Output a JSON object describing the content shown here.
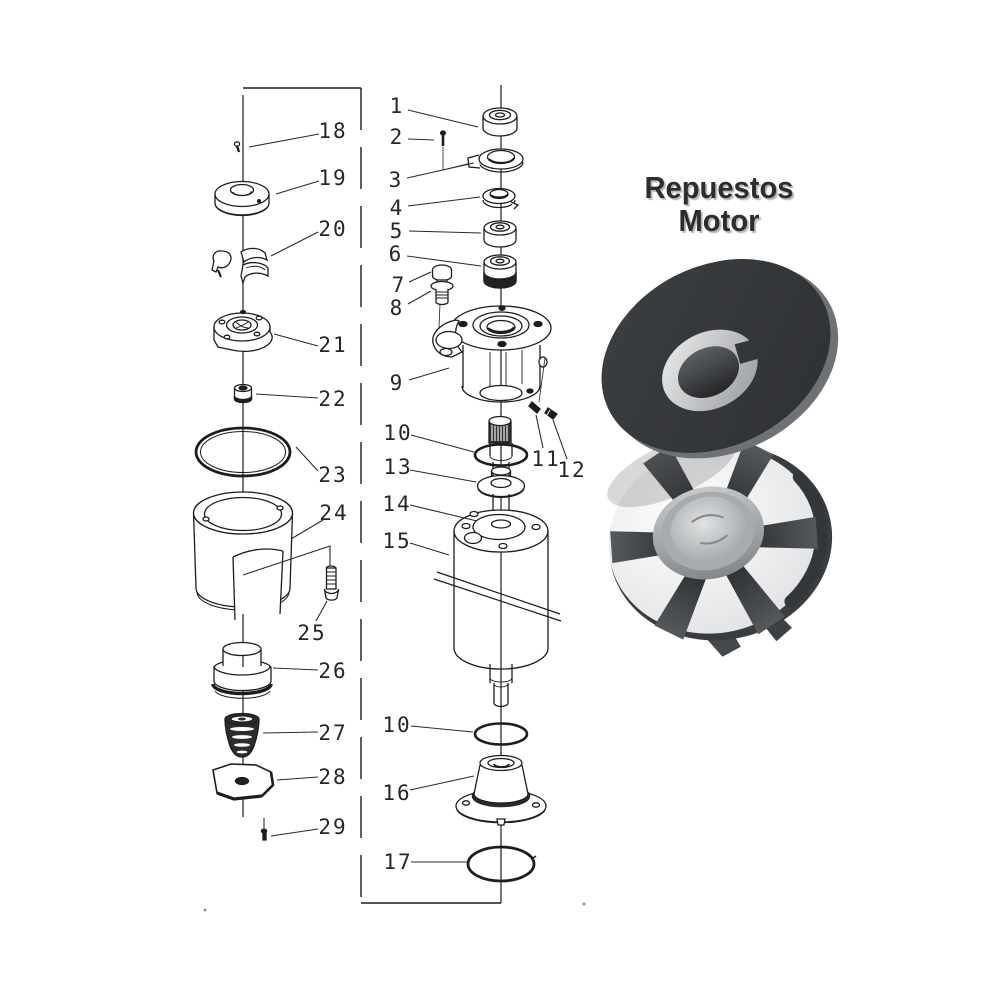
{
  "title": {
    "line1": "Repuestos",
    "line2": "Motor"
  },
  "colors": {
    "ink": "#1d1d1d",
    "title_text": "#2d2d2d",
    "title_shadow": "#b8b8b8",
    "background": "#ffffff"
  },
  "diagram": {
    "kind": "exploded-parts-diagram",
    "callouts": [
      {
        "label": "1"
      },
      {
        "label": "2"
      },
      {
        "label": "3"
      },
      {
        "label": "4"
      },
      {
        "label": "5"
      },
      {
        "label": "6"
      },
      {
        "label": "7"
      },
      {
        "label": "8"
      },
      {
        "label": "9"
      },
      {
        "label": "10"
      },
      {
        "label": "11"
      },
      {
        "label": "12"
      },
      {
        "label": "13"
      },
      {
        "label": "14"
      },
      {
        "label": "15"
      },
      {
        "label": "10"
      },
      {
        "label": "16"
      },
      {
        "label": "17"
      },
      {
        "label": "18"
      },
      {
        "label": "19"
      },
      {
        "label": "20"
      },
      {
        "label": "21"
      },
      {
        "label": "22"
      },
      {
        "label": "23"
      },
      {
        "label": "24"
      },
      {
        "label": "25"
      },
      {
        "label": "26"
      },
      {
        "label": "27"
      },
      {
        "label": "28"
      },
      {
        "label": "29"
      }
    ]
  },
  "photo": {
    "label": "motor rotor and magnet disc photo"
  }
}
